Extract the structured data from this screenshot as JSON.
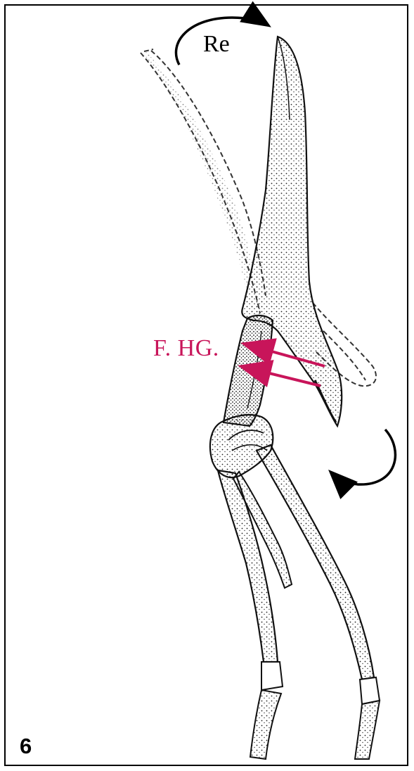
{
  "labels": {
    "rotation": "Re",
    "fracture": "F. HG.",
    "figure_number": "6"
  },
  "colors": {
    "annotation": "#c8155a",
    "ink": "#111111"
  },
  "icons": [
    "rotation-arrow-icon",
    "pointer-arrow-icon"
  ]
}
